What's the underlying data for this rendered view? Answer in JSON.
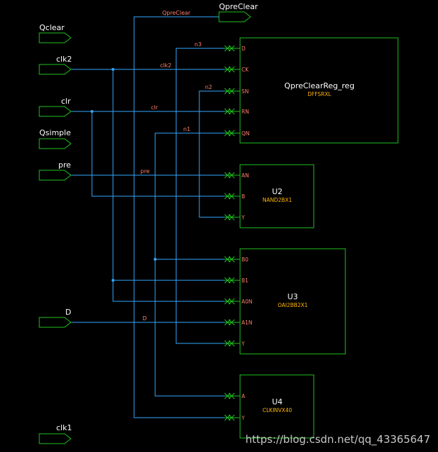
{
  "ports": {
    "qpreclear": "QpreClear",
    "qclear": "Qclear",
    "clk2": "clk2",
    "clr": "clr",
    "qsimple": "Qsimple",
    "pre": "pre",
    "d": "D",
    "clk1": "clk1"
  },
  "nets": {
    "qpreclear": "QpreClear",
    "n3": "n3",
    "clk2": "clk2",
    "n2": "n2",
    "clr": "clr",
    "n1": "n1",
    "pre": "pre",
    "d": "D"
  },
  "instances": {
    "reg": {
      "name": "QpreClearReg_reg",
      "cell": "DFFSRXL",
      "pins": {
        "d": "D",
        "ck": "CK",
        "sn": "SN",
        "rn": "RN",
        "qn": "QN"
      }
    },
    "u2": {
      "name": "U2",
      "cell": "NAND2BX1",
      "pins": {
        "an": "AN",
        "b": "B",
        "y": "Y"
      }
    },
    "u3": {
      "name": "U3",
      "cell": "OAI2BB2X1",
      "pins": {
        "b0": "B0",
        "b1": "B1",
        "a0n": "A0N",
        "a1n": "A1N",
        "y": "Y"
      }
    },
    "u4": {
      "name": "U4",
      "cell": "CLKINVX40",
      "pins": {
        "a": "A",
        "y": "Y"
      }
    }
  },
  "watermark": "https://blog.csdn.net/qq_43365647",
  "colors": {
    "background": "#000000",
    "wire": "#35a7ff",
    "component": "#1fc21f",
    "net_label": "#ff7f6e",
    "cell_name": "#ffb400"
  }
}
